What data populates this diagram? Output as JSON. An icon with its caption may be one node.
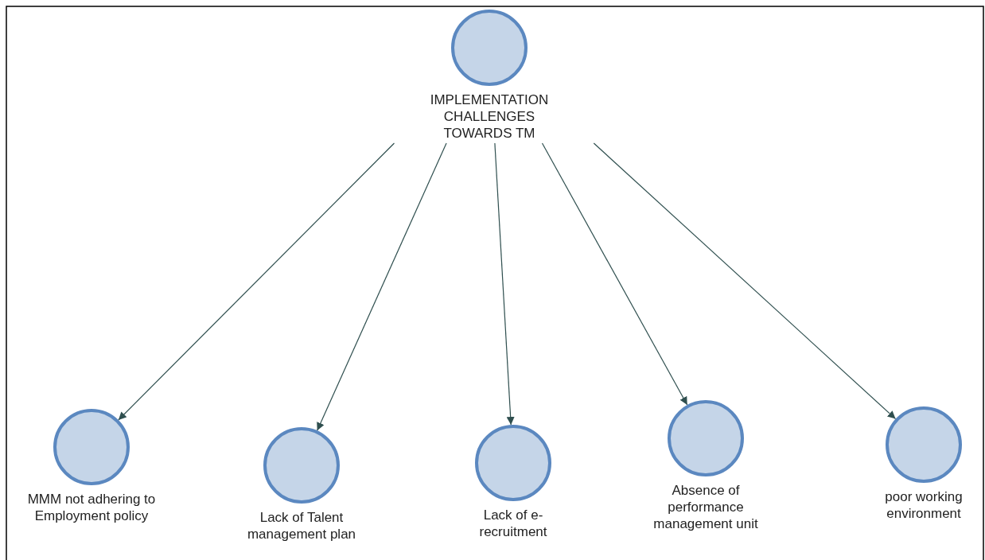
{
  "diagram": {
    "nodes": [
      {
        "text": [
          "IMPLEMENTATION CHALLENGES TOWARDS TM"
        ]
      },
      {
        "text": [
          "MMM not adhering to Employment policy"
        ]
      },
      {
        "text": [
          "Lack of Talent management plan"
        ]
      },
      {
        "text": [
          "Lack of e-recruitment"
        ]
      },
      {
        "text": [
          "Absence of performance management unit"
        ]
      },
      {
        "text": [
          "poor working environment"
        ]
      }
    ],
    "edges": [
      {
        "from": 0,
        "to": 1,
        "arrow": "to"
      },
      {
        "from": 0,
        "to": 2,
        "arrow": "to"
      },
      {
        "from": 0,
        "to": 3,
        "arrow": "to"
      },
      {
        "from": 0,
        "to": 4,
        "arrow": "to"
      },
      {
        "from": 0,
        "to": 5,
        "arrow": "to"
      }
    ]
  }
}
